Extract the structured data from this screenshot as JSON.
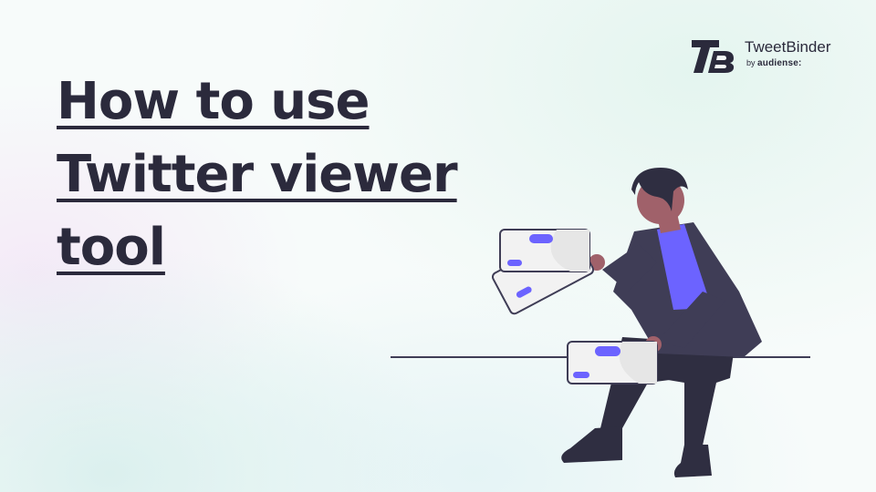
{
  "headline": {
    "lines": [
      "How to use",
      "Twitter viewer",
      "tool"
    ]
  },
  "logo": {
    "name": "TweetBinder",
    "by_prefix": "by",
    "partner": "audiense:"
  },
  "colors": {
    "text_dark": "#2b2a3c",
    "accent_purple": "#6c63ff",
    "figure_dark": "#3f3d56",
    "skin": "#a0616a",
    "hair": "#2f2e41",
    "card_fill": "#f2f2f2",
    "card_stroke": "#3f3d56"
  },
  "icons": [
    "tweetbinder-logo-icon",
    "person-with-cards-illustration"
  ]
}
